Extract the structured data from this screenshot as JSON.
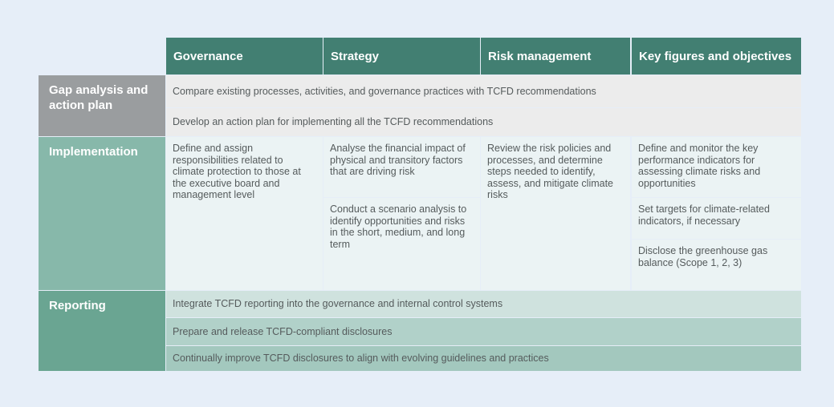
{
  "headers": [
    "Governance",
    "Strategy",
    "Risk management",
    "Key figures and objectives"
  ],
  "rows": {
    "gap": {
      "label": "Gap analysis and action plan",
      "items": [
        "Compare existing processes, activities, and governance practices with TCFD recommendations",
        "Develop an action plan for implementing all the TCFD recommendations"
      ]
    },
    "implementation": {
      "label": "Implementation",
      "governance": "Define and assign responsibilities related to climate protection to those at the executive board and management level",
      "strategy": [
        "Analyse the financial impact of physical and transitory factors that are driving risk",
        "Conduct a scenario analysis to identify opportunities and risks in the short, medium, and long term"
      ],
      "risk": "Review the risk policies and processes, and determine steps needed to identify, assess, and mitigate climate risks",
      "key_figures": [
        "Define and monitor the key performance indicators for assessing climate risks and opportunities",
        "Set targets for climate-related indicators, if necessary",
        "Disclose the greenhouse gas balance (Scope 1, 2, 3)"
      ]
    },
    "reporting": {
      "label": "Reporting",
      "items": [
        "Integrate TCFD reporting into the governance and internal control systems",
        "Prepare and release TCFD-compliant disclosures",
        "Continually improve TCFD disclosures to align with evolving guidelines and practices"
      ]
    }
  },
  "colors": {
    "background": "#e6eef8",
    "header": "#427f72",
    "gap_label": "#9a9d9f",
    "gap_band": "#ececec",
    "impl_label": "#87b8aa",
    "impl_cell": "#ebf3f4",
    "reporting_label": "#6aa592",
    "reporting_band_1": "#cfe2de",
    "reporting_band_2": "#b1d1c9",
    "reporting_band_3": "#a3c8be"
  }
}
